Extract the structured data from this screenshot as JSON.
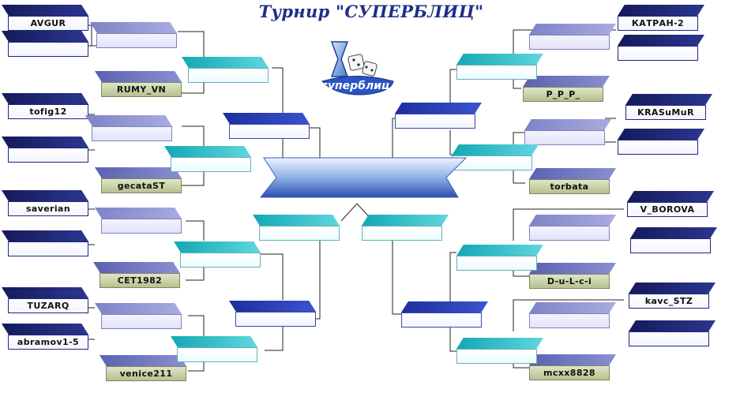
{
  "title": "Турнир \"СУПЕРБЛИЦ\"",
  "logo_text": "суперблиц",
  "left": {
    "r1": [
      "AVGUR",
      "",
      "tofig12",
      "",
      "saverian",
      "",
      "TUZARQ",
      "abramov1-5"
    ],
    "r2": [
      "",
      "RUMY_VN",
      "",
      "gecataST",
      "",
      "CET1982",
      "",
      "venice211"
    ],
    "r3": [
      "",
      "",
      "",
      ""
    ],
    "r4": [
      "",
      ""
    ],
    "semi": ""
  },
  "right": {
    "r1": [
      "КАТРАН-2",
      "",
      "KRASuMuR",
      "",
      "V_BOROVA",
      "",
      "kavc_STZ",
      ""
    ],
    "r2": [
      "",
      "P_P_P_",
      "",
      "torbata",
      "",
      "D-u-L-c-i",
      "",
      "mcxx8828"
    ],
    "r3": [
      "",
      "",
      "",
      ""
    ],
    "r4": [
      "",
      ""
    ],
    "semi": ""
  },
  "final": ""
}
